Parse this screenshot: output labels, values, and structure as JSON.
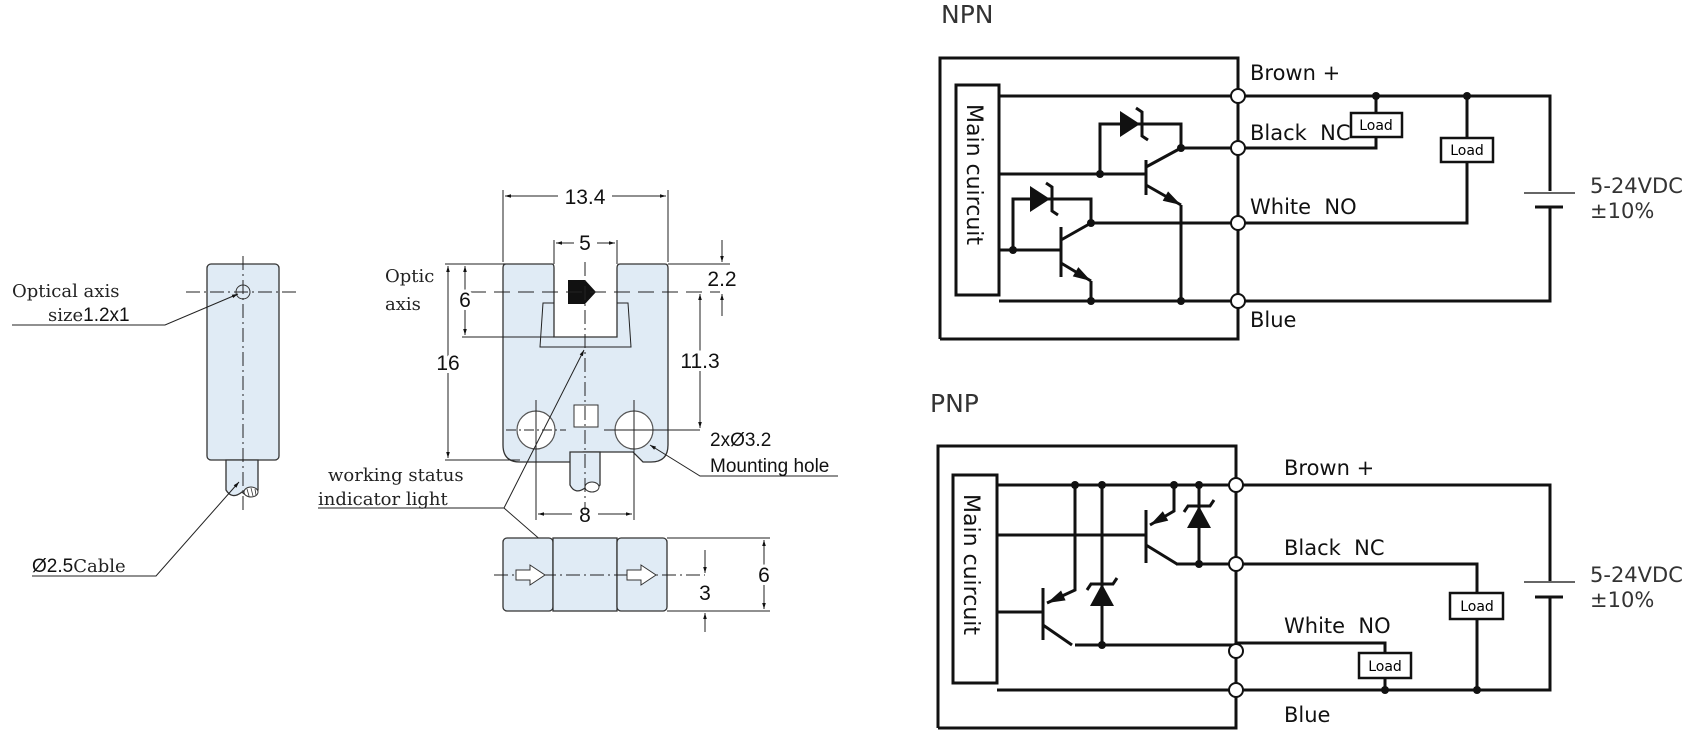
{
  "mechanical": {
    "side_view": {
      "optical_axis_label_line1": "Optical axis",
      "optical_axis_label_line2_prefix": "size",
      "optical_axis_size": "1.2x1",
      "cable_size": "Ø2.5",
      "cable_label": "Cable"
    },
    "front_view": {
      "width_dim": "13.4",
      "slot_width_dim": "5",
      "optic_axis_label_line1": "Optic",
      "optic_axis_label_line2": "axis",
      "slot_depth_dim": "6",
      "height_dim": "16",
      "top_offset_dim": "2.2",
      "hole_height_dim": "11.3",
      "hole_spacing_dim": "8",
      "hole_spec": "2xØ3.2",
      "hole_label": "Mounting hole",
      "indicator_label_line1": "working status",
      "indicator_label_line2": "indicator light"
    },
    "bottom_view": {
      "thickness_dim": "6",
      "axis_height_dim": "3"
    }
  },
  "wiring": {
    "npn": {
      "title": "NPN",
      "main_circuit_label": "Main cuircuit",
      "wires": [
        "Brown +",
        "Black  NC",
        "White  NO",
        "Blue"
      ],
      "load_label": "Load",
      "supply_line1": "5-24VDC",
      "supply_line2": "±10%"
    },
    "pnp": {
      "title": "PNP",
      "main_circuit_label": "Main cuircuit",
      "wires": [
        "Brown +",
        "Black  NC",
        "White  NO",
        "Blue"
      ],
      "load_label": "Load",
      "supply_line1": "5-24VDC",
      "supply_line2": "±10%"
    }
  }
}
